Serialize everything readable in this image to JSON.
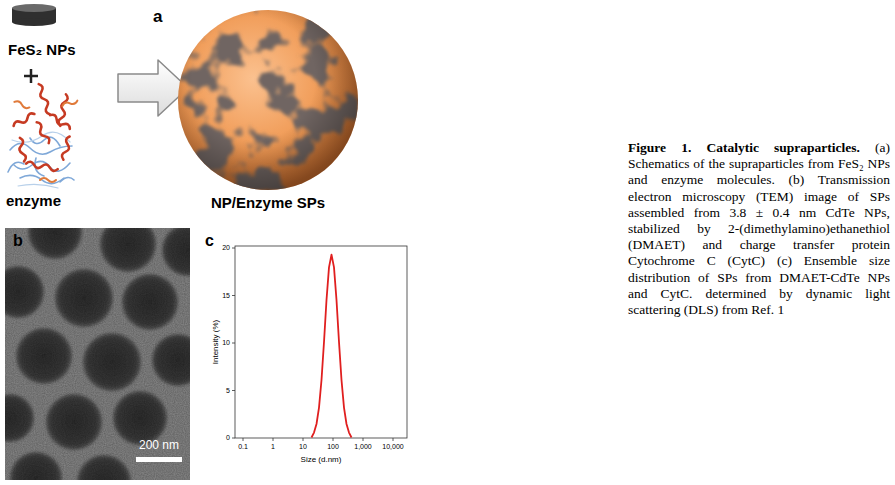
{
  "diagram": {
    "title": "Figure 1. Catalytic supraparticles.",
    "caption": "(a) Schematics of the supraparticles from FeS₂ NPs and enzyme molecules. (b) Transmission electron microscopy (TEM) image of SPs assembled from 3.8 ± 0.4 nm CdTe NPs, stabilized by 2-(dimethylamino)ethanethiol (DMAET) and charge transfer protein Cytochrome C (CytC) (c) Ensemble size distribution of SPs from DMAET-CdTe NPs and CytC. determined by dynamic light scattering (DLS) from Ref. 1",
    "labels": [
      "FeS₂ NPs",
      "a",
      "enzyme",
      "NP/Enzyme SPs",
      "b",
      "200 nm",
      "c",
      "20",
      "15",
      "10",
      "5",
      "0",
      "Intensity (%)",
      "0.1",
      "1",
      "10",
      "100",
      "1,000",
      "10,000",
      "Size (d.nm)"
    ]
  }
}
